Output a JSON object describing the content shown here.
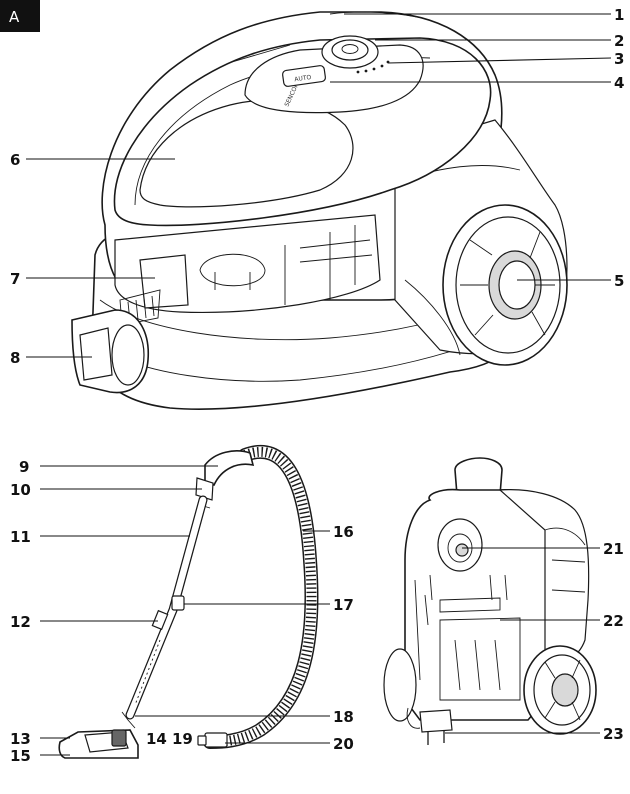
{
  "figure_label": "A",
  "brand_text": "SENCOR",
  "button_text": "AUTO",
  "colors": {
    "line": "#1a1a1a",
    "badge": "#111111",
    "background": "#ffffff"
  },
  "callouts": [
    {
      "id": "1",
      "label": "1"
    },
    {
      "id": "2",
      "label": "2"
    },
    {
      "id": "3",
      "label": "3"
    },
    {
      "id": "4",
      "label": "4"
    },
    {
      "id": "5",
      "label": "5"
    },
    {
      "id": "6",
      "label": "6"
    },
    {
      "id": "7",
      "label": "7"
    },
    {
      "id": "8",
      "label": "8"
    },
    {
      "id": "9",
      "label": "9"
    },
    {
      "id": "10",
      "label": "10"
    },
    {
      "id": "11",
      "label": "11"
    },
    {
      "id": "12",
      "label": "12"
    },
    {
      "id": "13",
      "label": "13"
    },
    {
      "id": "14",
      "label": "14"
    },
    {
      "id": "15",
      "label": "15"
    },
    {
      "id": "16",
      "label": "16"
    },
    {
      "id": "17",
      "label": "17"
    },
    {
      "id": "18",
      "label": "18"
    },
    {
      "id": "19",
      "label": "19"
    },
    {
      "id": "20",
      "label": "20"
    },
    {
      "id": "21",
      "label": "21"
    },
    {
      "id": "22",
      "label": "22"
    },
    {
      "id": "23",
      "label": "23"
    }
  ]
}
